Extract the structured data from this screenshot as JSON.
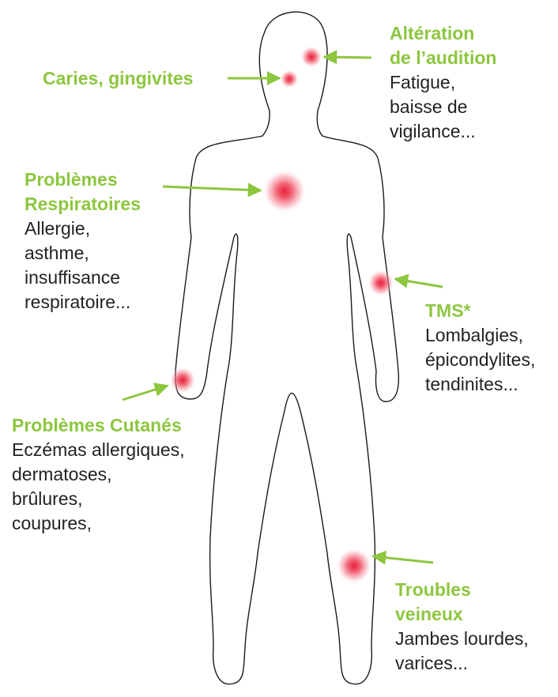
{
  "colors": {
    "title": "#8dc63f",
    "arrow": "#8dc63f",
    "outline": "#1a1a1a",
    "hotspot": "#e8203c",
    "text": "#222222"
  },
  "labels": {
    "audition": {
      "title": [
        "Altération",
        "de l’audition"
      ],
      "desc": [
        "Fatigue,",
        "baisse de",
        "vigilance..."
      ]
    },
    "caries": {
      "title": [
        "Caries, gingivites"
      ],
      "desc": []
    },
    "respiratoires": {
      "title": [
        "Problèmes",
        "Respiratoires"
      ],
      "desc": [
        "Allergie,",
        "asthme,",
        "insuffisance",
        "respiratoire..."
      ]
    },
    "tms": {
      "title": [
        "TMS*"
      ],
      "desc": [
        "Lombalgies,",
        "épicondylites,",
        "tendinites..."
      ]
    },
    "cutanes": {
      "title": [
        "Problèmes Cutanés"
      ],
      "desc": [
        "Eczémas allergiques,",
        "dermatoses,",
        "brûlures,",
        "coupures,"
      ]
    },
    "veineux": {
      "title": [
        "Troubles",
        "veineux"
      ],
      "desc": [
        "Jambes lourdes,",
        "varices..."
      ]
    }
  },
  "hotspots": [
    {
      "id": "ear",
      "target": "audition"
    },
    {
      "id": "jaw",
      "target": "caries"
    },
    {
      "id": "chest",
      "target": "respiratoires"
    },
    {
      "id": "elbow",
      "target": "tms"
    },
    {
      "id": "hand",
      "target": "cutanes"
    },
    {
      "id": "knee",
      "target": "veineux"
    }
  ]
}
